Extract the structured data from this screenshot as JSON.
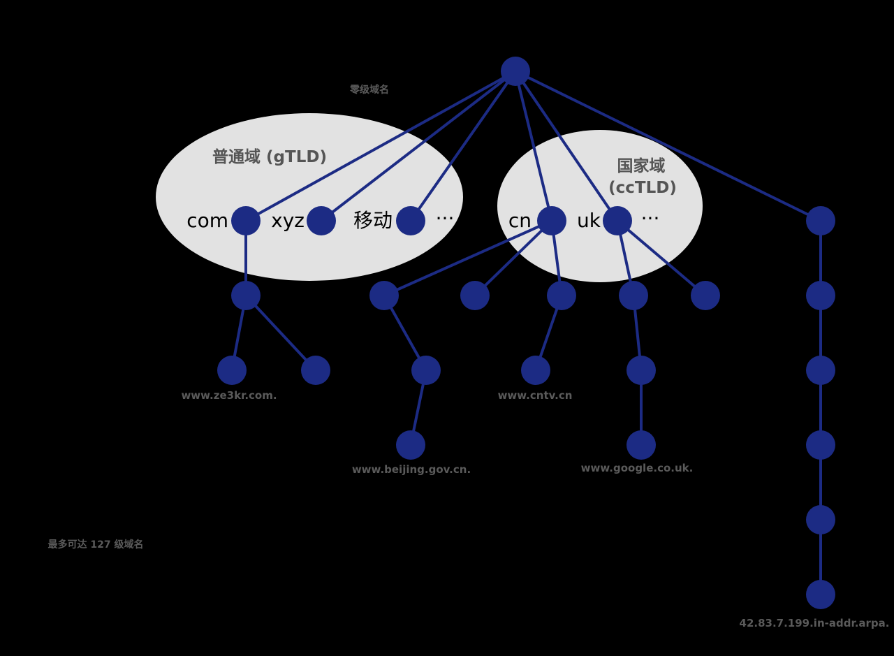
{
  "colors": {
    "background": "#000000",
    "node": "#1c2b84",
    "edge": "#1c2b84",
    "zone": "#e2e2e2",
    "zone_label": "#555555",
    "node_label": "#000000",
    "caption": "#5a5a5a"
  },
  "labels": {
    "root_level": "零级域名",
    "max_levels": "最多可达 127 级域名",
    "gtld_zone": "普通域 (gTLD)",
    "cctld_zone_line1": "国家域",
    "cctld_zone_line2": "(ccTLD)",
    "tld_com": "com",
    "tld_xyz": "xyz",
    "tld_mobile": "移动",
    "gtld_more": "···",
    "tld_cn": "cn",
    "tld_uk": "uk",
    "cctld_more": "···",
    "example_ze3kr": "www.ze3kr.com.",
    "example_cntv": "www.cntv.cn",
    "example_beijing": "www.beijing.gov.cn.",
    "example_google": "www.google.co.uk.",
    "example_arpa": "42.83.7.199.in-addr.arpa."
  }
}
